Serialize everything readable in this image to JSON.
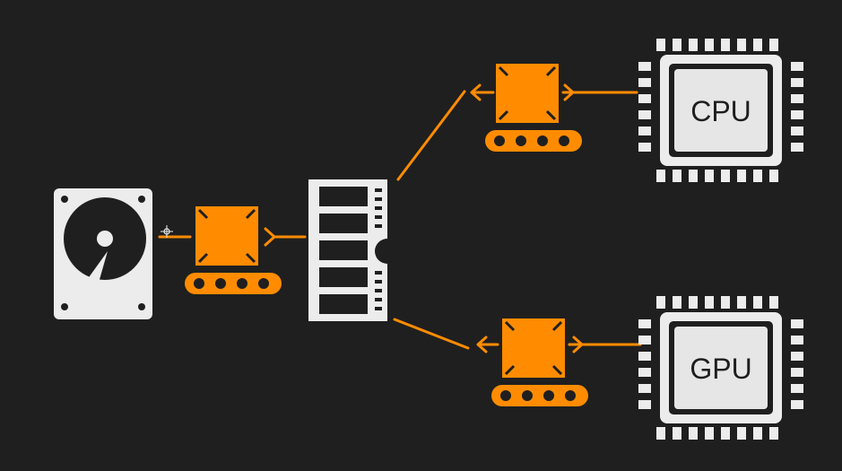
{
  "colors": {
    "background": "#1f1f1f",
    "accent": "#ff8c00",
    "component": "#ececec",
    "chip_face": "#e6e6e6",
    "ink": "#1e1e1e"
  },
  "nodes": {
    "storage": {
      "icon": "hard-drive-icon"
    },
    "memory": {
      "icon": "ram-stick-icon"
    },
    "cpu": {
      "icon": "processor-chip-icon",
      "label": "CPU"
    },
    "gpu": {
      "icon": "processor-chip-icon",
      "label": "GPU"
    }
  },
  "transfers": [
    {
      "from": "storage",
      "to": "memory",
      "icon": "conveyor-box-icon"
    },
    {
      "from": "memory",
      "to": "cpu",
      "icon": "conveyor-box-icon",
      "bidirectional": true
    },
    {
      "from": "memory",
      "to": "gpu",
      "icon": "conveyor-box-icon",
      "bidirectional": true
    }
  ],
  "cursor": {
    "icon": "move-cursor-icon"
  }
}
